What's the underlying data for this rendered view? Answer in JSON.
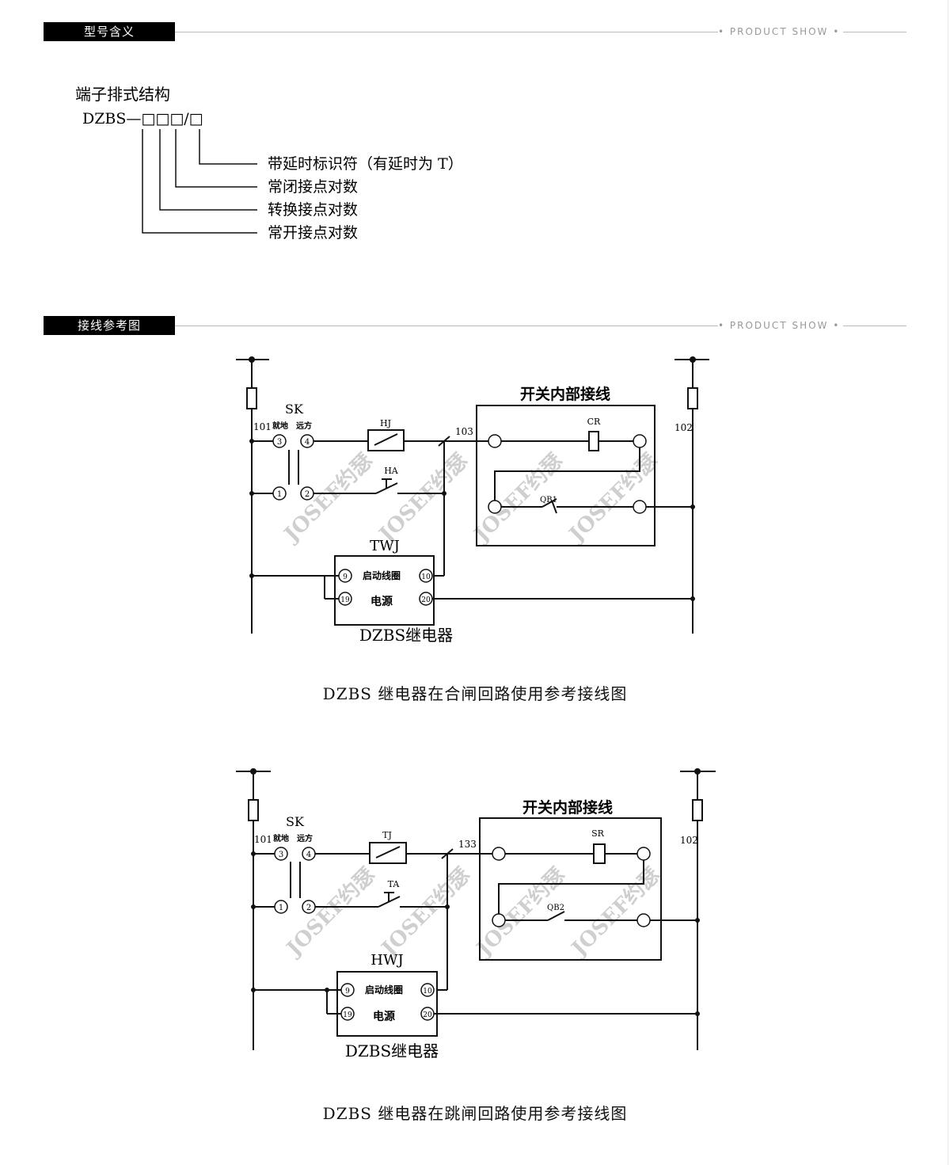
{
  "sections": [
    {
      "tag": "型号含义",
      "show": "• PRODUCT SHOW •"
    },
    {
      "tag": "接线参考图",
      "show": "• PRODUCT SHOW •"
    }
  ],
  "model": {
    "title": "端子排式结构",
    "code": "DZBS—□□□/□",
    "items": [
      "带延时标识符（有延时为 T）",
      "常闭接点对数",
      "转换接点对数",
      "常开接点对数"
    ]
  },
  "diagrams": [
    {
      "switch_label": "SK",
      "local_label": "就地",
      "remote_label": "远方",
      "wire_left": "101",
      "wire_right": "102",
      "wire_mid": "103",
      "relay_contact": "HJ",
      "manual_contact": "HA",
      "box_title": "开关内部接线",
      "coil": "CR",
      "breaker_contact": "QB1",
      "relay_name": "TWJ",
      "relay_row1": "启动线圈",
      "relay_row2": "电源",
      "relay_caption": "DZBS继电器",
      "terminals": {
        "t3": "3",
        "t4": "4",
        "t1": "1",
        "t2": "2",
        "t9": "9",
        "t10": "10",
        "t19": "19",
        "t20": "20"
      },
      "watermark": "JOSEF约瑟",
      "caption": "DZBS 继电器在合闸回路使用参考接线图"
    },
    {
      "switch_label": "SK",
      "local_label": "就地",
      "remote_label": "远方",
      "wire_left": "101",
      "wire_right": "102",
      "wire_mid": "133",
      "relay_contact": "TJ",
      "manual_contact": "TA",
      "box_title": "开关内部接线",
      "coil": "SR",
      "breaker_contact": "QB2",
      "relay_name": "HWJ",
      "relay_row1": "启动线圈",
      "relay_row2": "电源",
      "relay_caption": "DZBS继电器",
      "terminals": {
        "t3": "3",
        "t4": "4",
        "t1": "1",
        "t2": "2",
        "t9": "9",
        "t10": "10",
        "t19": "19",
        "t20": "20"
      },
      "watermark": "JOSEF约瑟",
      "caption": "DZBS 继电器在跳闸回路使用参考接线图"
    }
  ]
}
